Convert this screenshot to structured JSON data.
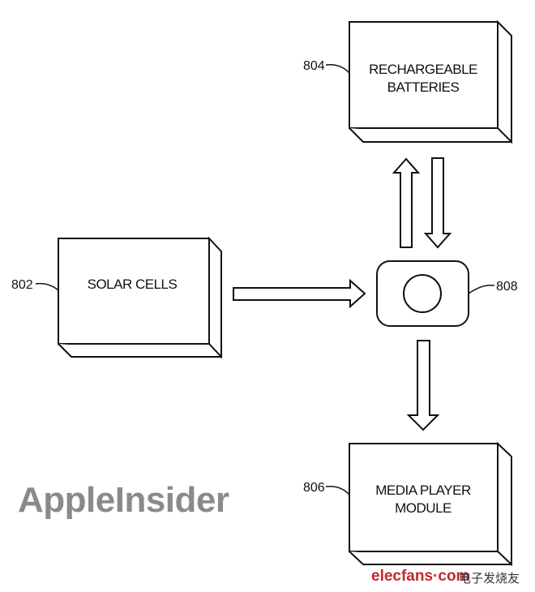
{
  "blocks": {
    "batteries": {
      "ref": "804",
      "line1": "RECHARGEABLE",
      "line2": "BATTERIES"
    },
    "solar": {
      "ref": "802",
      "line1": "SOLAR CELLS"
    },
    "media": {
      "ref": "806",
      "line1": "MEDIA PLAYER",
      "line2": "MODULE"
    },
    "controller": {
      "ref": "808"
    }
  },
  "watermarks": {
    "appleinsider": "AppleInsider",
    "elecfans": "elecfans·com",
    "elecfans_cn": "电子发烧友"
  }
}
